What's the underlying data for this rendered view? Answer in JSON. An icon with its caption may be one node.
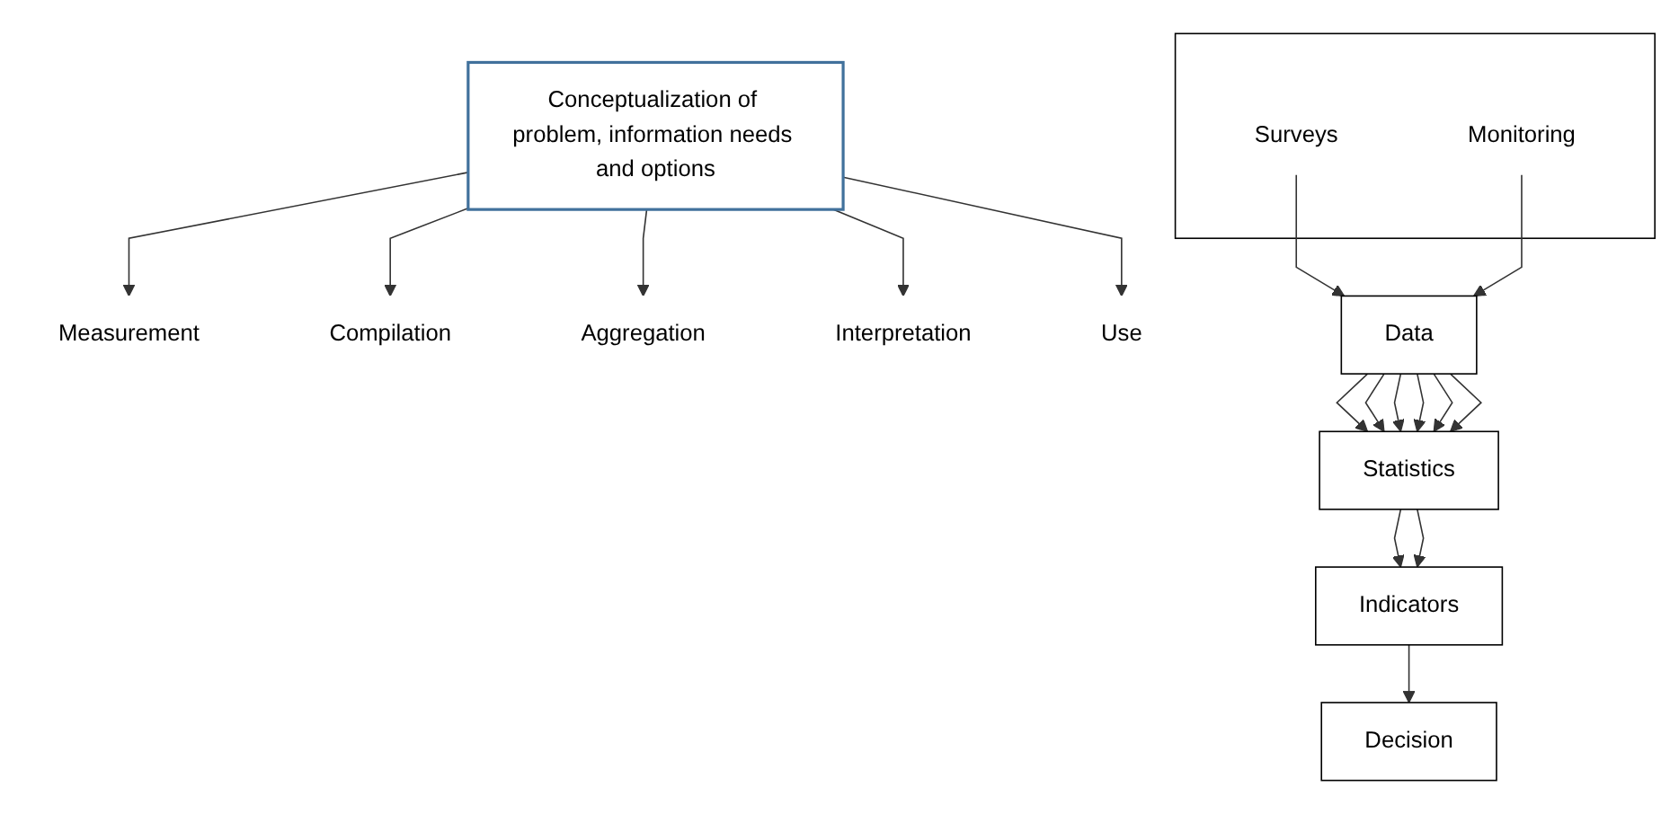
{
  "diagram": {
    "nodes": [
      {
        "text": [
          "Conceptualization of problem, information needs and options"
        ]
      },
      {
        "text": [
          "Measurement"
        ]
      },
      {
        "text": [
          "Compilation"
        ]
      },
      {
        "text": [
          "Aggregation"
        ]
      },
      {
        "text": [
          "Interpretation"
        ]
      },
      {
        "text": [
          "Use"
        ]
      },
      {
        "text": [],
        "shape": "box"
      },
      {
        "text": [
          "Surveys"
        ],
        "in": 6
      },
      {
        "text": [
          "Monitoring"
        ],
        "in": 6
      },
      {
        "text": [
          "Data"
        ]
      },
      {
        "text": [
          "Statistics"
        ]
      },
      {
        "text": [
          "Indicators"
        ]
      },
      {
        "text": [
          "Decision"
        ]
      }
    ],
    "edges": [
      {
        "from": 0,
        "to": 1,
        "arrow": "to"
      },
      {
        "from": 0,
        "to": 2,
        "arrow": "to"
      },
      {
        "from": 0,
        "to": 3,
        "arrow": "to"
      },
      {
        "from": 0,
        "to": 4,
        "arrow": "to"
      },
      {
        "from": 0,
        "to": 5,
        "arrow": "to"
      },
      {
        "from": 7,
        "to": 9,
        "arrow": "to"
      },
      {
        "from": 8,
        "to": 9,
        "arrow": "to"
      },
      {
        "from": 9,
        "to": 10,
        "arrow": "to"
      },
      {
        "from": 9,
        "to": 10,
        "arrow": "to"
      },
      {
        "from": 9,
        "to": 10,
        "arrow": "to"
      },
      {
        "from": 9,
        "to": 10,
        "arrow": "to"
      },
      {
        "from": 9,
        "to": 10,
        "arrow": "to"
      },
      {
        "from": 9,
        "to": 10,
        "arrow": "to"
      },
      {
        "from": 10,
        "to": 11,
        "arrow": "to"
      },
      {
        "from": 10,
        "to": 11,
        "arrow": "to"
      },
      {
        "from": 11,
        "to": 12,
        "arrow": "to"
      }
    ]
  }
}
